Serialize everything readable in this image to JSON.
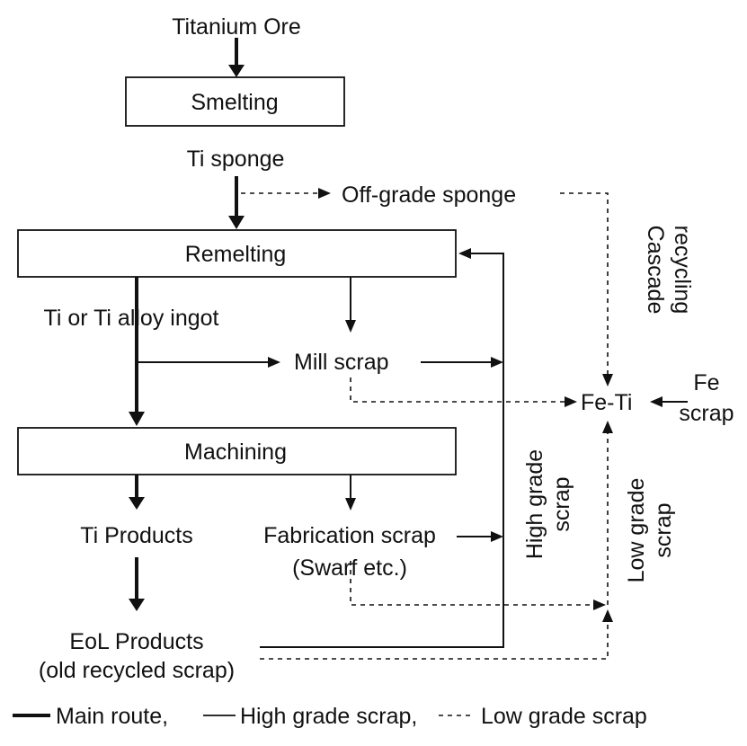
{
  "nodes": {
    "titanium_ore": "Titanium Ore",
    "smelting": "Smelting",
    "ti_sponge": "Ti sponge",
    "off_grade_sponge": "Off-grade sponge",
    "remelting": "Remelting",
    "ingot": "Ti or Ti alloy ingot",
    "mill_scrap": "Mill scrap",
    "fe_ti": "Fe-Ti",
    "fe_scrap_line1": "Fe",
    "fe_scrap_line2": "scrap",
    "machining": "Machining",
    "ti_products": "Ti Products",
    "fabrication_scrap_line1": "Fabrication scrap",
    "fabrication_scrap_line2": "(Swarf etc.)",
    "eol_line1": "EoL Products",
    "eol_line2": "(old recycled scrap)"
  },
  "edge_labels": {
    "cascade_line1": "Cascade",
    "cascade_line2": "recycling",
    "high_grade_line1": "High grade",
    "high_grade_line2": "scrap",
    "low_grade_line1": "Low grade",
    "low_grade_line2": "scrap"
  },
  "legend": {
    "main_route": "Main route,",
    "high_grade": "High grade scrap,",
    "low_grade": "Low grade scrap"
  }
}
